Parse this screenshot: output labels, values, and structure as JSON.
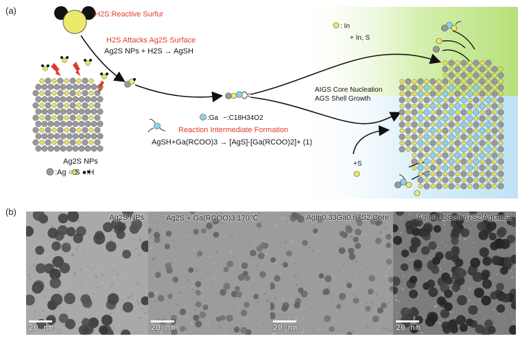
{
  "panel_a": {
    "label": "(a)",
    "h2s_title": "H2S:Reactive Surfur",
    "attack_title": "H2S Attacks Ag2S Surface",
    "attack_eq": "Ag2S NPs + H2S → AgSH",
    "np_caption": "Ag2S NPs",
    "np_legend": ":Ag ○:S ●:H",
    "legend_ga": ":Ga",
    "legend_ligand": "~:C18H34O2",
    "intermediate_title": "Reaction Intermediate Formation",
    "intermediate_eq": "AgSH+Ga(RCOO)3 → [AgS]-[Ga(RCOO)2]+ (1)",
    "in_label": ": In",
    "in_s_label": "+ In, S",
    "nucleation_1": "AIGS Core Nucleation",
    "nucleation_2": "AGS Shell Growth",
    "plus_s": "+S",
    "colors": {
      "ag": "#9a9a9a",
      "s": "#e8e25a",
      "ga": "#8fd0e8",
      "h": "#111111",
      "red": "#e03a2a",
      "green": "#b6e07a",
      "blue": "#bfe3f5"
    }
  },
  "panel_b": {
    "label": "(b)",
    "images": [
      {
        "title": "Ag2S NPs",
        "scale": "20 nm"
      },
      {
        "title": "Ag2S + Ga(RCOO)3 170℃",
        "scale": "20 nm"
      },
      {
        "title": "AgIn0.33Ga0.67S2 Core",
        "scale": "20 nm"
      },
      {
        "title": "AgIn0.33Ga0.67S2/AgGaS2",
        "scale": "20 nm"
      }
    ]
  }
}
